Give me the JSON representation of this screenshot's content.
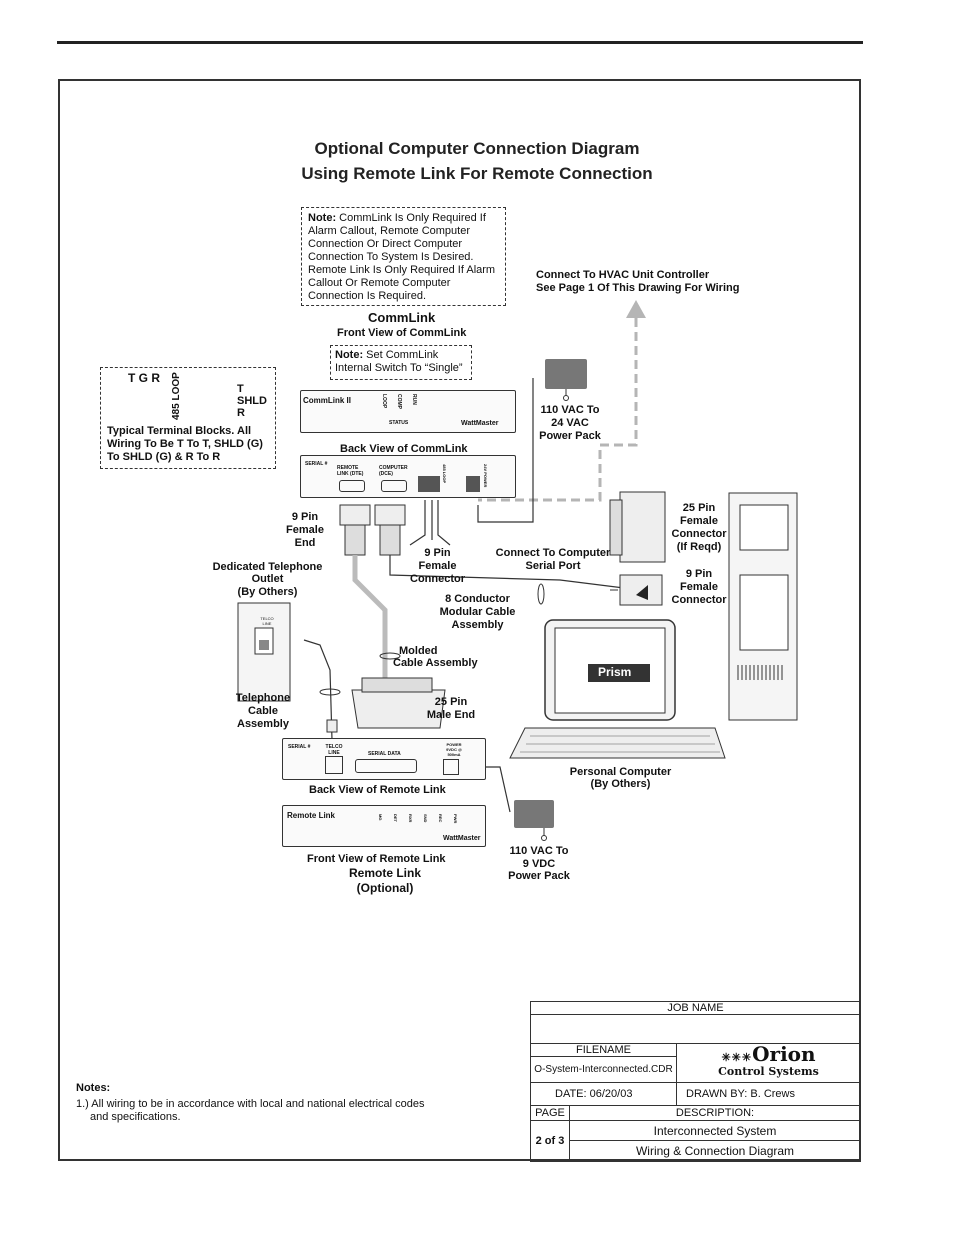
{
  "diagram": {
    "title_line1": "Optional Computer Connection Diagram",
    "title_line2": "Using Remote Link For Remote Connection",
    "note1_bold": "Note:",
    "note1_text": "CommLink Is Only Required If Alarm Callout, Remote Computer Connection Or Direct Computer Connection To System Is Desired. Remote Link Is Only Required If Alarm Callout Or Remote Computer Connection Is Required.",
    "hvac_line1": "Connect To HVAC Unit Controller",
    "hvac_line2": "See Page 1 Of This Drawing For Wiring",
    "commlink_title": "CommLink",
    "commlink_front": "Front View of CommLink",
    "note2_bold": "Note:",
    "note2_line1": "Set CommLink",
    "note2_line2": "Internal Switch To “Single”",
    "commlink_brand": "CommLink II",
    "commlink_leds": [
      "LOOP",
      "COMP",
      "RUN"
    ],
    "commlink_status": "STATUS",
    "wattmaster": "WattMaster",
    "terminal_letters": "T G R",
    "loop_label": "485 LOOP",
    "tsr_t": "T",
    "tsr_shld": "SHLD",
    "tsr_r": "R",
    "terminal_note": "Typical Terminal Blocks. All Wiring To Be T To T, SHLD (G) To SHLD (G) & R To R",
    "power24_line1": "110 VAC To",
    "power24_line2": "24 VAC",
    "power24_line3": "Power Pack",
    "commlink_back": "Back View of CommLink",
    "back_serial": "SERIAL #",
    "back_remote": "REMOTE LINK (DTE)",
    "back_computer": "COMPUTER (DCE)",
    "back_loop": "485 LOOP",
    "back_power": "24V POWER",
    "pin9_end_line1": "9 Pin",
    "pin9_end_line2": "Female",
    "pin9_end_line3": "End",
    "pin9_conn_line1": "9 Pin",
    "pin9_conn_line2": "Female",
    "pin9_conn_line3": "Connector",
    "serial_port_line1": "Connect To Computer",
    "serial_port_line2": "Serial Port",
    "pin25_f_line1": "25 Pin",
    "pin25_f_line2": "Female",
    "pin25_f_line3": "Connector",
    "pin25_f_line4": "(If Reqd)",
    "pin9_r_line1": "9 Pin",
    "pin9_r_line2": "Female",
    "pin9_r_line3": "Connector",
    "phone_line1": "Dedicated Telephone",
    "phone_line2": "Outlet",
    "phone_line3": "(By Others)",
    "telco": "TELCO LINE",
    "modular_line1": "8 Conductor",
    "modular_line2": "Modular Cable",
    "modular_line3": "Assembly",
    "molded_line1": "Molded",
    "molded_line2": "Cable Assembly",
    "tel_cable_line1": "Telephone",
    "tel_cable_line2": "Cable",
    "tel_cable_line3": "Assembly",
    "pin25_m_line1": "25 Pin",
    "pin25_m_line2": "Male End",
    "prism": "Prism",
    "pc_line1": "Personal Computer",
    "pc_line2": "(By Others)",
    "rl_back_serial": "SERIAL #",
    "rl_back_telco": "TELCO LINE",
    "rl_back_data": "SERIAL DATA",
    "rl_back_power": "POWER 9VDC @ 500mA",
    "rl_back_label": "Back View of Remote Link",
    "rl_brand": "Remote Link",
    "rl_leds": [
      "MG",
      "DET",
      "RXR",
      "SND",
      "REC",
      "PWR"
    ],
    "rl_front_label": "Front View of Remote Link",
    "rl_title1": "Remote Link",
    "rl_title2": "(Optional)",
    "power9_line1": "110 VAC To",
    "power9_line2": "9 VDC",
    "power9_line3": "Power Pack"
  },
  "title_block": {
    "job_name_label": "JOB NAME",
    "filename_label": "FILENAME",
    "filename": "O-System-Interconnected.CDR",
    "date": "DATE:   06/20/03",
    "drawn_by": "DRAWN BY:    B. Crews",
    "page_label": "PAGE",
    "description_label": "DESCRIPTION:",
    "page": "2 of 3",
    "description1": "Interconnected System",
    "description2": "Wiring & Connection Diagram",
    "logo_name": "Orion",
    "logo_sub": "Control Systems"
  },
  "notes": {
    "heading": "Notes:",
    "line1": "1.) All wiring to be in accordance with local and national electrical codes",
    "line2": "and specifications."
  }
}
